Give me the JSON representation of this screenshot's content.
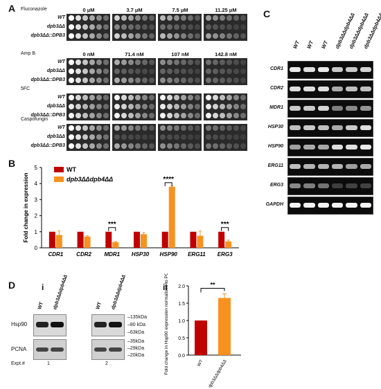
{
  "panels": {
    "a": "A",
    "b": "B",
    "c": "C",
    "d": "D",
    "di": "i",
    "dii": "ii"
  },
  "panelA": {
    "sections": [
      {
        "drug": "Fluconazole",
        "concentrations": [
          "0 μM",
          "3.7 μM",
          "7.5 μM",
          "11.25 μM"
        ]
      },
      {
        "drug": "Amp B",
        "concentrations": [
          "0 nM",
          "71.4 nM",
          "107 nM",
          "142.8 nM"
        ]
      },
      {
        "drug": "5FC",
        "concentrations": []
      },
      {
        "drug": "Caspofungin",
        "concentrations": []
      }
    ],
    "strains": [
      "WT",
      "dpb3ΔΔ",
      "dpb3ΔΔ::DPB3"
    ]
  },
  "panelB": {
    "ylabel": "Fold change in expression",
    "legend": [
      "WT",
      "dpb3ΔΔdpb4ΔΔ"
    ],
    "significance": [
      "***",
      "****",
      "***"
    ]
  },
  "chart_data": [
    {
      "type": "bar",
      "categories": [
        "CDR1",
        "CDR2",
        "MDR1",
        "HSP30",
        "HSP90",
        "ERG11",
        "ERG3"
      ],
      "series": [
        {
          "name": "WT",
          "values": [
            1,
            1,
            1,
            1,
            1,
            1,
            1
          ],
          "errors": [
            0,
            0,
            0,
            0,
            0,
            0,
            0
          ]
        },
        {
          "name": "dpb3ΔΔdpb4ΔΔ",
          "values": [
            0.8,
            0.7,
            0.35,
            0.85,
            3.8,
            0.75,
            0.4
          ],
          "errors": [
            0.25,
            0.05,
            0.05,
            0.1,
            0.05,
            0.3,
            0.08
          ]
        }
      ],
      "ylabel": "Fold change in expression",
      "ylim": [
        0,
        5
      ],
      "yticks": [
        0,
        1,
        2,
        3,
        4,
        5
      ],
      "colors": {
        "WT": "#c00000",
        "dpb3ΔΔdpb4ΔΔ": "#f79220"
      },
      "legend_position": "top-left"
    },
    {
      "type": "bar",
      "categories": [
        "WT",
        "dpb3ΔΔdpb4ΔΔ"
      ],
      "values": [
        1.0,
        1.65
      ],
      "errors": [
        0,
        0.12
      ],
      "ylabel": "Fold change in Hsp90 expression normalised to PCNA",
      "ylim": [
        0,
        2.0
      ],
      "yticks": [
        "0.0",
        "0.5",
        "1.0",
        "1.5",
        "2.0"
      ],
      "significance": "**",
      "colors": [
        "#c00000",
        "#f79220"
      ]
    }
  ],
  "panelC": {
    "lanes": [
      "WT",
      "WT",
      "WT",
      "dpb3ΔΔdpb4ΔΔ",
      "dpb3ΔΔdpb4ΔΔ",
      "dpb3ΔΔdpb4ΔΔ"
    ],
    "genes": [
      "CDR1",
      "CDR2",
      "MDR1",
      "HSP30",
      "HSP90",
      "ERG11",
      "ERG3",
      "GAPDH"
    ]
  },
  "panelD": {
    "lanes": [
      "WT",
      "dpb3ΔΔdpb4ΔΔ",
      "WT",
      "dpb3ΔΔdpb4ΔΔ"
    ],
    "proteins": [
      "Hsp90",
      "PCNA"
    ],
    "markers_top": [
      "135kDa",
      "80 kDa",
      "63kDa"
    ],
    "markers_bottom": [
      "35kDa",
      "29kDa",
      "20kDa"
    ],
    "expt_label": "Expt.#",
    "expts": [
      "1",
      "2"
    ],
    "ylabel": "Fold change in Hsp90 expression normalised to PCNA",
    "xcats": [
      "WT",
      "dpb3ΔΔdpb4ΔΔ"
    ],
    "significance": "**"
  }
}
